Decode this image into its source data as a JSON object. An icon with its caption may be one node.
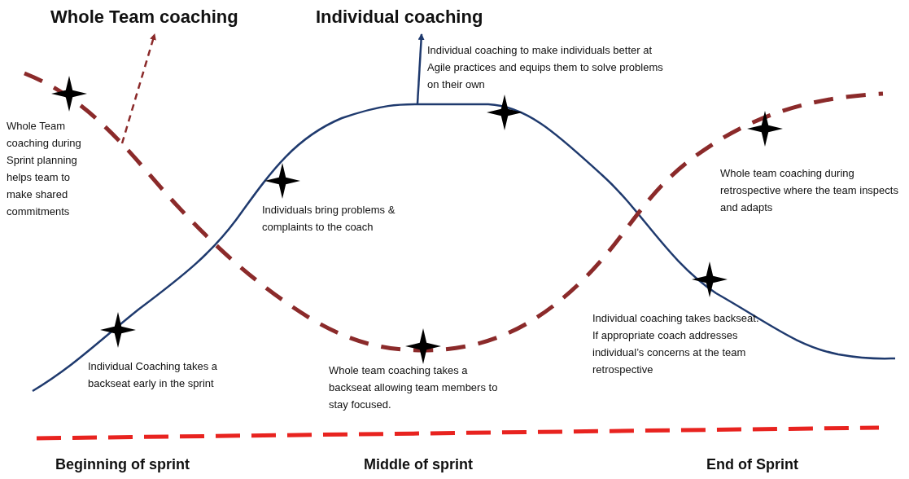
{
  "diagram": {
    "nodes": [
      {
        "text": [
          "Whole Team coaching"
        ]
      },
      {
        "text": [
          "Individual coaching"
        ]
      }
    ],
    "edges": [
      {
        "from": null,
        "to": 0,
        "arrow": "to",
        "style": "dashed",
        "color": "#8b2a2a"
      },
      {
        "from": null,
        "to": 1,
        "arrow": "to",
        "color": "#1f3a6e"
      }
    ],
    "labels": [
      "Individual coaching to make individuals better at Agile practices and equips them to solve problems on their own",
      "Whole Team coaching during Sprint planning helps team to make shared commitments",
      "Individuals bring problems & complaints to the coach",
      "Whole team coaching during retrospective where the team inspects and adapts",
      "Individual Coaching takes a backseat early in the sprint",
      "Whole team coaching takes a backseat allowing team members to stay focused.",
      "Individual coaching takes backseat. If appropriate coach addresses individual’s concerns at the team retrospective",
      "Beginning of sprint",
      "Middle of sprint",
      "End of Sprint"
    ]
  }
}
